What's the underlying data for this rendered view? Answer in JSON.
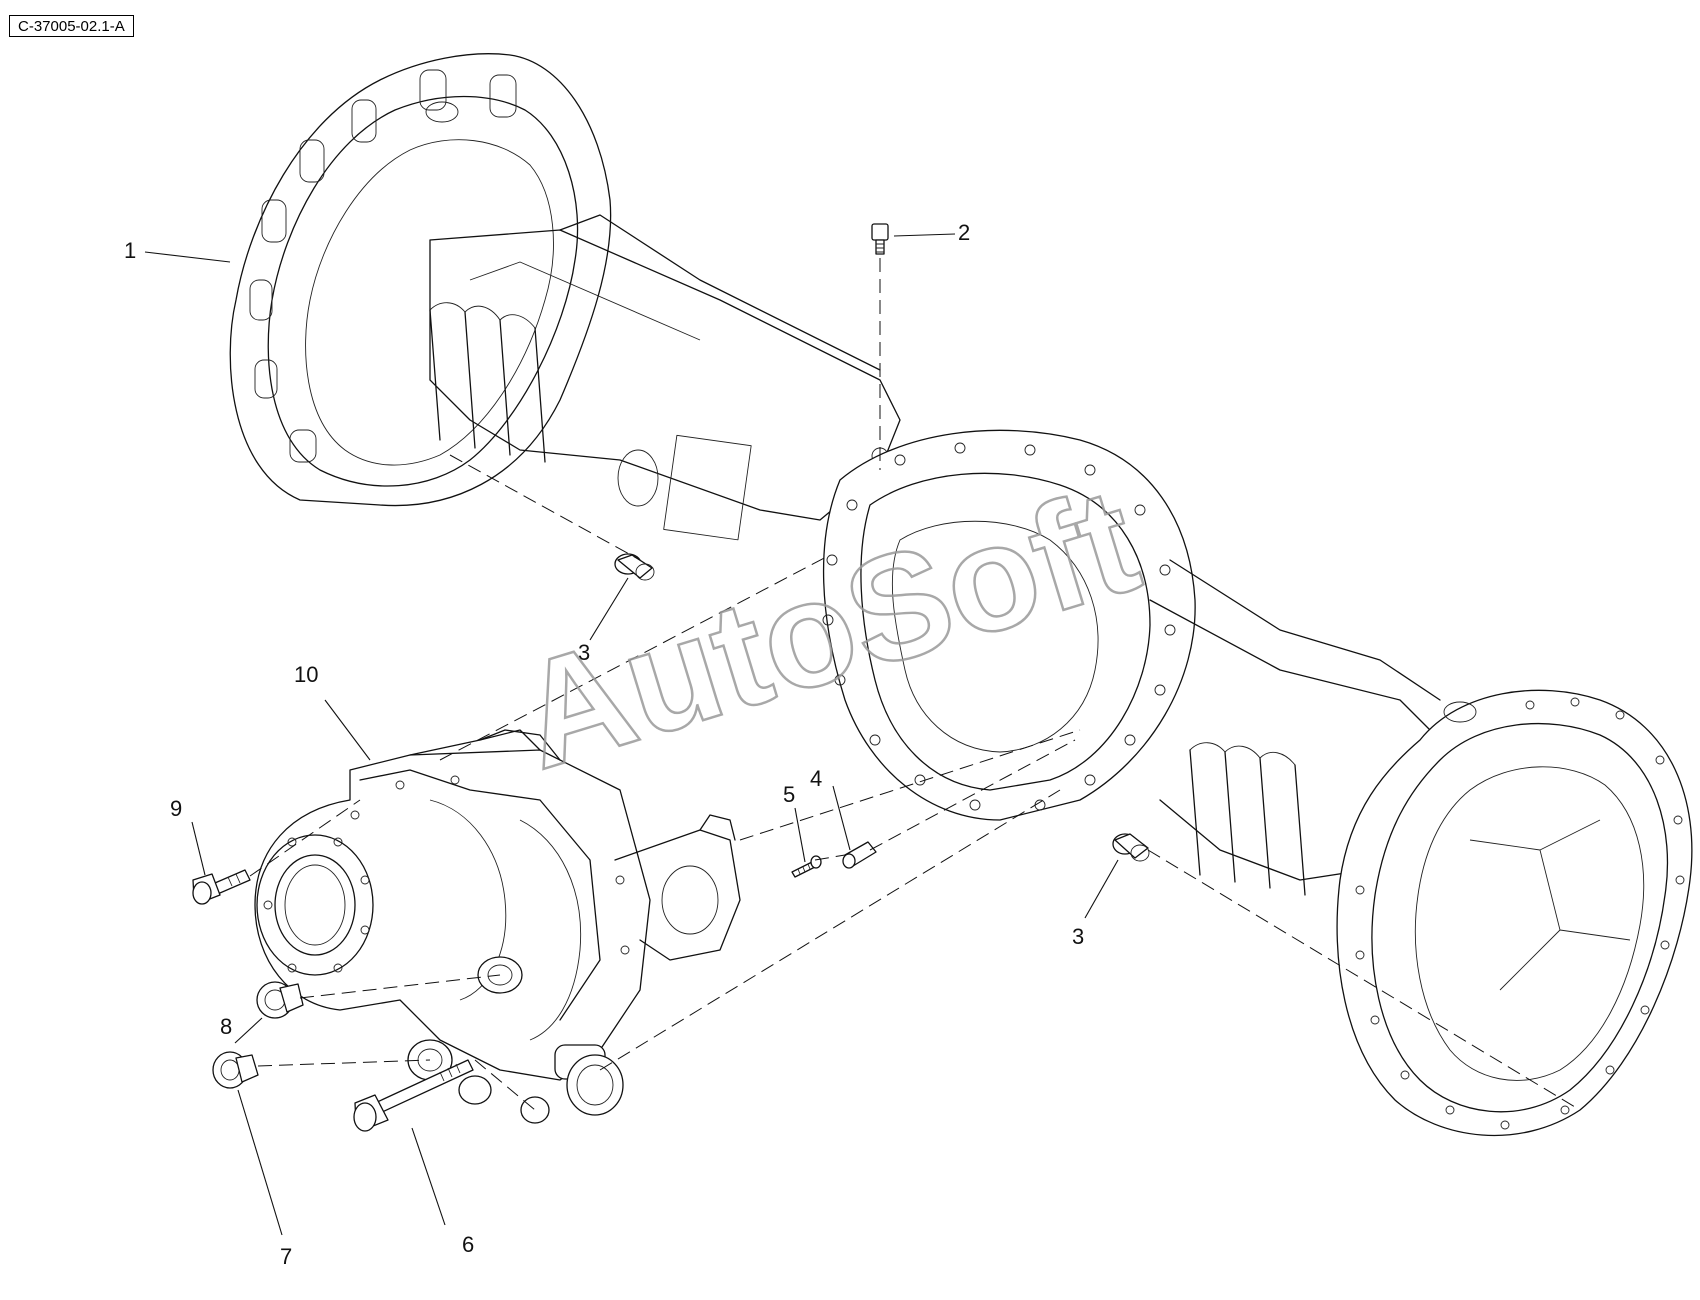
{
  "figure_code": "C-37005-02.1-A",
  "watermark": "AutoSoft",
  "callouts": {
    "c1": "1",
    "c2": "2",
    "c3a": "3",
    "c3b": "3",
    "c4": "4",
    "c5": "5",
    "c6": "6",
    "c7": "7",
    "c8": "8",
    "c9": "9",
    "c10": "10"
  }
}
